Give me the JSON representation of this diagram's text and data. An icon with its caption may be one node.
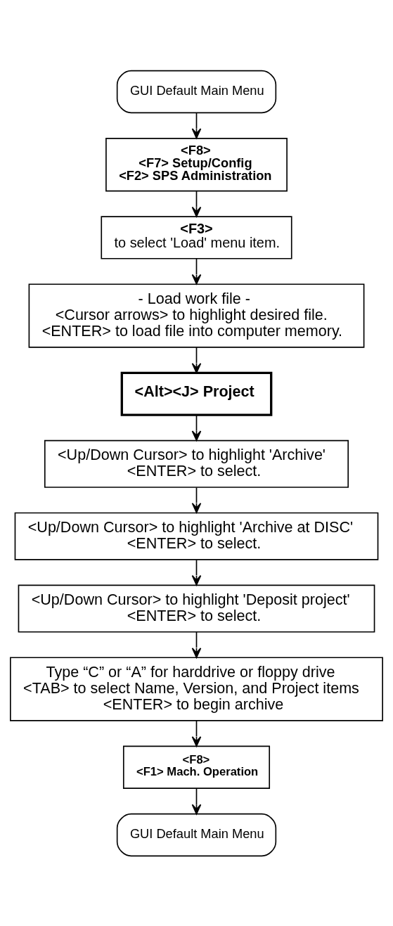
{
  "diagram": {
    "nodes": [
      {
        "text": [
          "GUI Default Main Menu"
        ]
      },
      {
        "text": [
          "<F8>",
          "<F7> Setup/Config",
          "<F2> SPS Administration"
        ]
      },
      {
        "text": [
          "<F3>",
          "to select 'Load' menu item."
        ]
      },
      {
        "text": [
          "- Load work file -",
          "<Cursor arrows> to highlight desired file.",
          "<ENTER> to load file into computer memory."
        ]
      },
      {
        "text": [
          "<Alt><J> Project"
        ]
      },
      {
        "text": [
          "<Up/Down Cursor> to highlight 'Archive'",
          "<ENTER> to select."
        ]
      },
      {
        "text": [
          "<Up/Down Cursor> to highlight 'Archive at DISC'",
          "<ENTER> to select."
        ]
      },
      {
        "text": [
          "<Up/Down Cursor> to highlight 'Deposit project'",
          "<ENTER> to select."
        ]
      },
      {
        "text": [
          "Type “C” or “A” for harddrive or floppy drive",
          "<TAB> to select Name, Version, and Project items",
          "<ENTER> to begin archive"
        ]
      },
      {
        "text": [
          "<F8>",
          "<F1> Mach. Operation"
        ]
      },
      {
        "text": [
          "GUI Default Main Menu"
        ]
      }
    ],
    "edges": [
      {
        "from": 0,
        "to": 1,
        "arrow": "to"
      },
      {
        "from": 1,
        "to": 2,
        "arrow": "to"
      },
      {
        "from": 2,
        "to": 3,
        "arrow": "to"
      },
      {
        "from": 3,
        "to": 4,
        "arrow": "to"
      },
      {
        "from": 4,
        "to": 5,
        "arrow": "to"
      },
      {
        "from": 5,
        "to": 6,
        "arrow": "to"
      },
      {
        "from": 6,
        "to": 7,
        "arrow": "to"
      },
      {
        "from": 7,
        "to": 8,
        "arrow": "to"
      },
      {
        "from": 8,
        "to": 9,
        "arrow": "to"
      },
      {
        "from": 9,
        "to": 10,
        "arrow": "to"
      }
    ]
  }
}
